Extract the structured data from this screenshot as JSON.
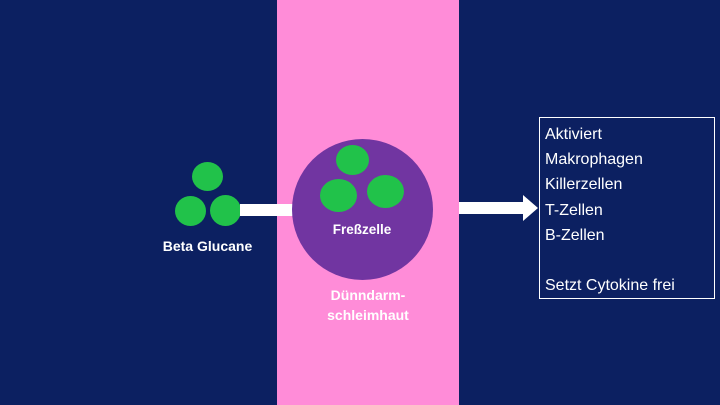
{
  "colors": {
    "background": "#0c2061",
    "band": "#ff8cd8",
    "cell": "#7135a1",
    "bead": "#21c24a",
    "text": "#ffffff"
  },
  "left_group": {
    "label": "Beta Glucane"
  },
  "cell": {
    "label": "Freßzelle"
  },
  "band": {
    "label_line1": "Dünndarm-",
    "label_line2": "schleimhaut"
  },
  "info_box": {
    "lines": [
      "Aktiviert",
      "Makrophagen",
      "Killerzellen",
      "T-Zellen",
      "B-Zellen",
      "",
      "Setzt Cytokine frei"
    ]
  }
}
